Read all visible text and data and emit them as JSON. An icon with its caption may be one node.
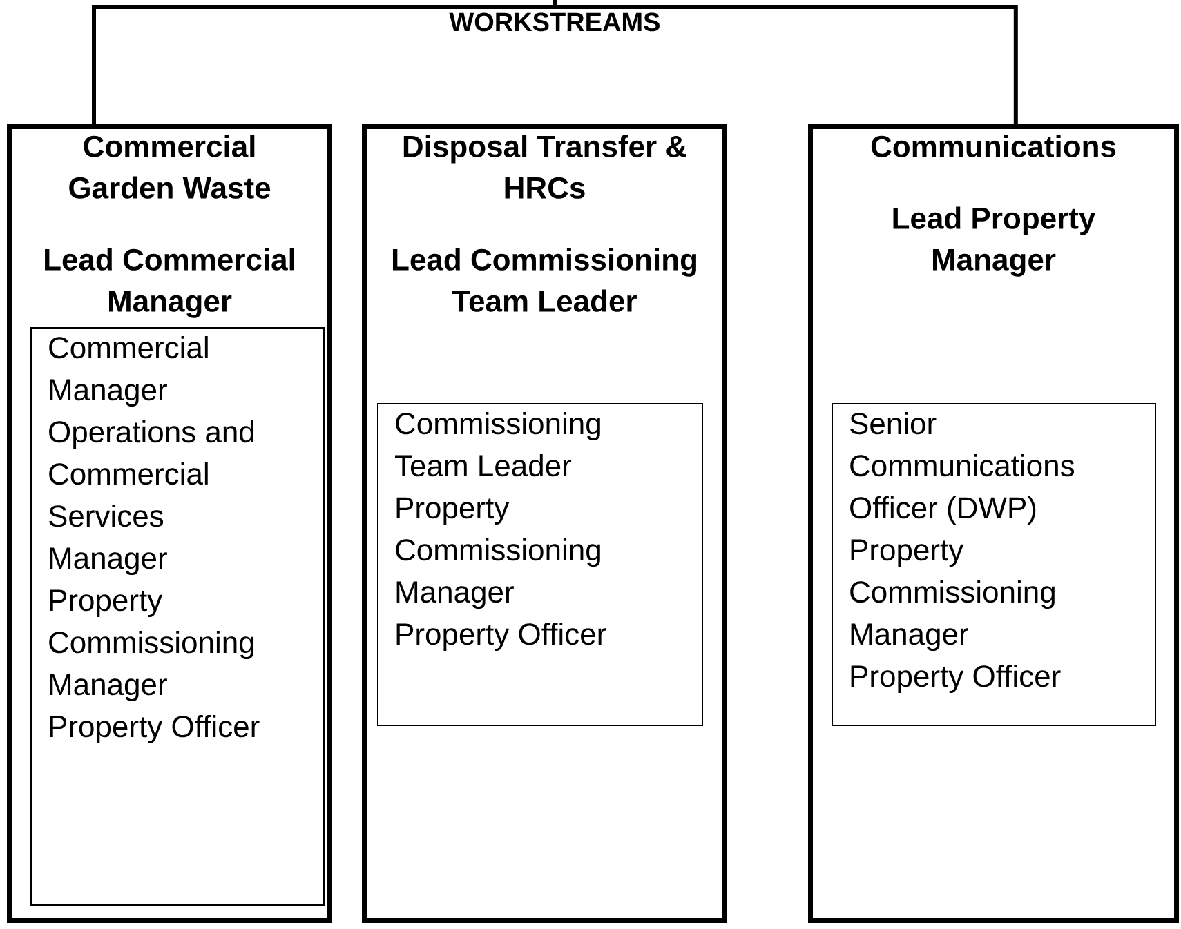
{
  "diagram": {
    "nodes": [
      {
        "text": [
          "WORKSTREAMS"
        ]
      },
      {
        "text": [
          "Commercial Garden Waste",
          "Lead Commercial Manager"
        ]
      },
      {
        "text": [
          "Commercial Manager",
          "Operations and Commercial Services Manager",
          "Property Commissioning Manager",
          "Property Officer"
        ],
        "in": 1
      },
      {
        "text": [
          "Disposal Transfer & HRCs",
          "Lead Commissioning Team Leader"
        ]
      },
      {
        "text": [
          "Commissioning Team Leader",
          "Property Commissioning Manager",
          "Property Officer"
        ],
        "in": 3
      },
      {
        "text": [
          "Communications",
          "Lead Property Manager"
        ]
      },
      {
        "text": [
          "Senior Communications Officer (DWP)",
          "Property Commissioning Manager",
          "Property Officer"
        ],
        "in": 5
      }
    ],
    "edges": [
      {
        "from": 0,
        "to": 1,
        "arrow": "none"
      },
      {
        "from": 0,
        "to": 5,
        "arrow": "none"
      },
      {
        "from": null,
        "to": 0,
        "arrow": "none"
      }
    ]
  }
}
